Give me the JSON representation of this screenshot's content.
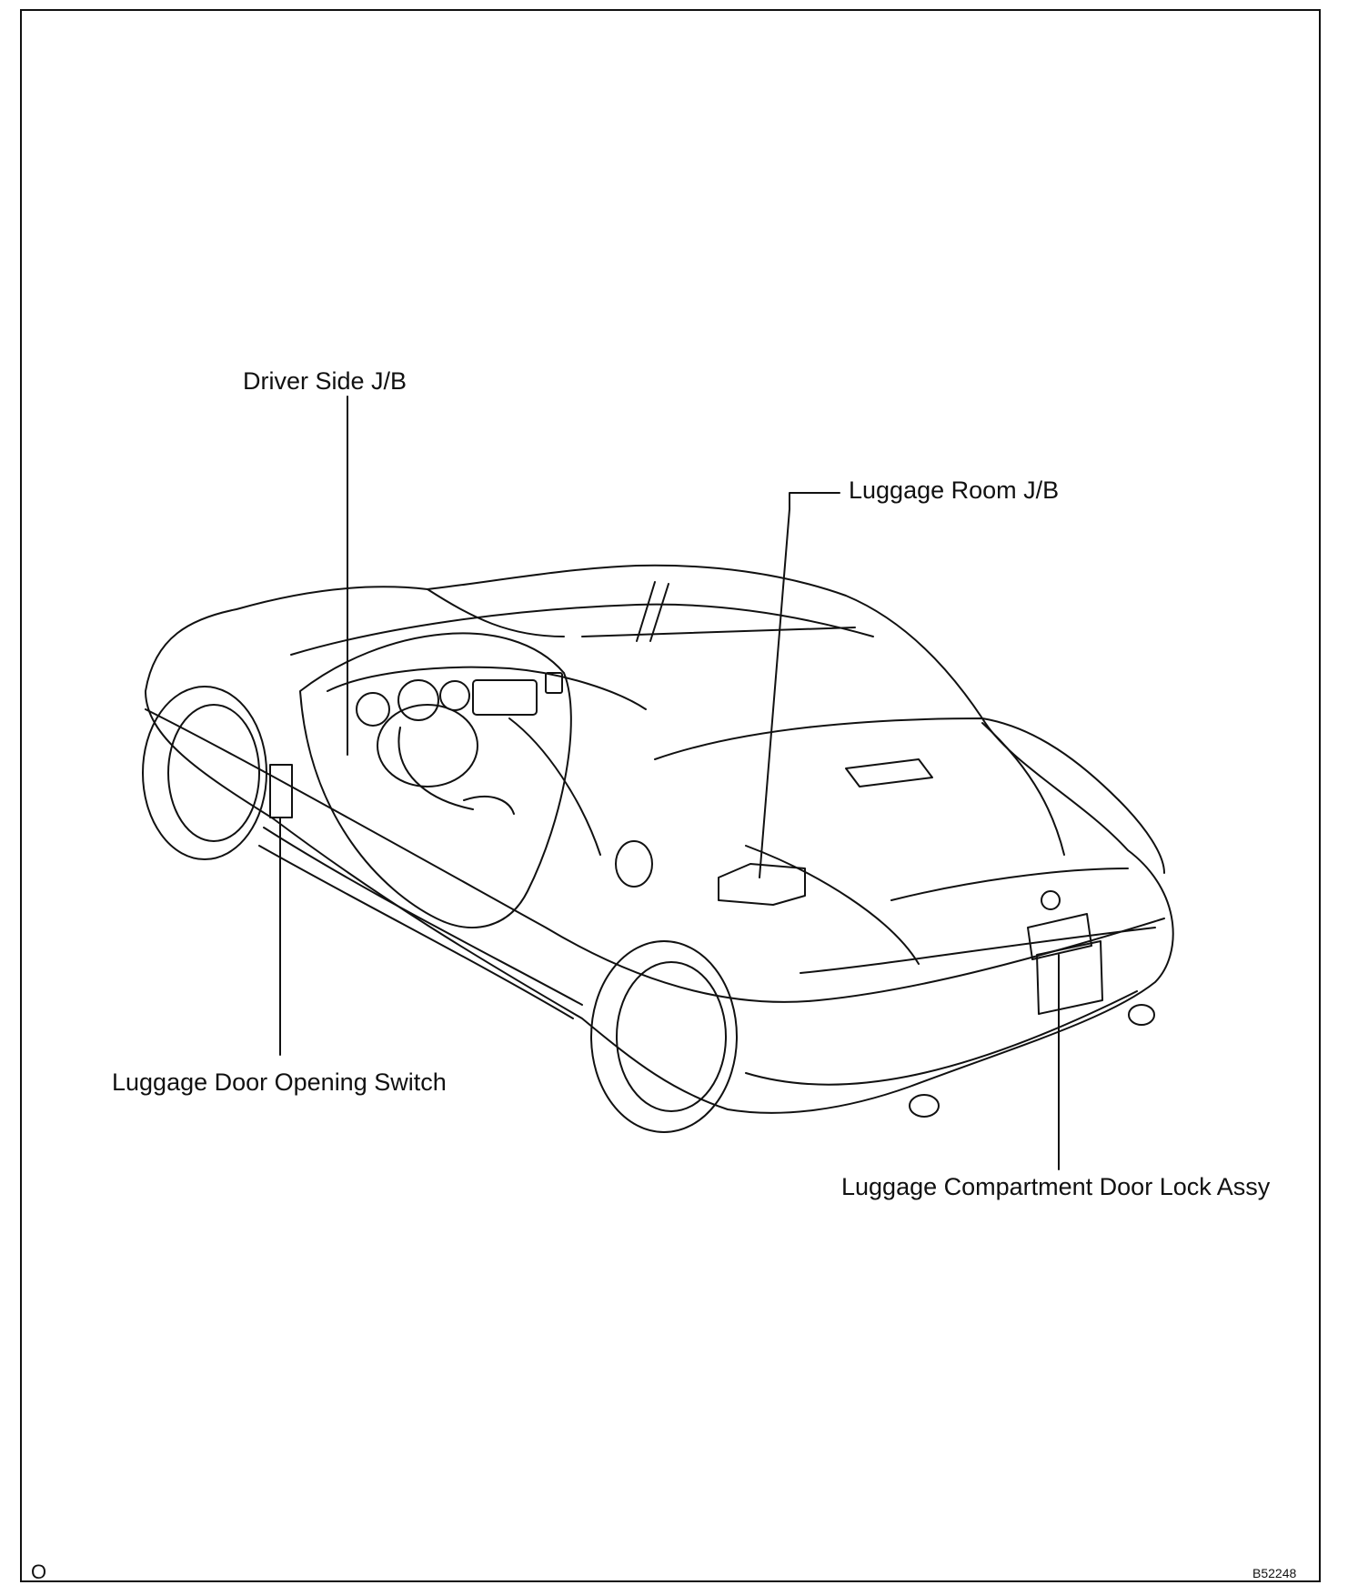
{
  "labels": {
    "driver_side_jb": "Driver Side J/B",
    "luggage_room_jb": "Luggage Room J/B",
    "luggage_door_opening_switch": "Luggage Door Opening Switch",
    "luggage_compartment_door_lock_assy": "Luggage Compartment Door Lock Assy"
  },
  "corner": {
    "left_mark": "O",
    "figure_id": "B52248"
  }
}
